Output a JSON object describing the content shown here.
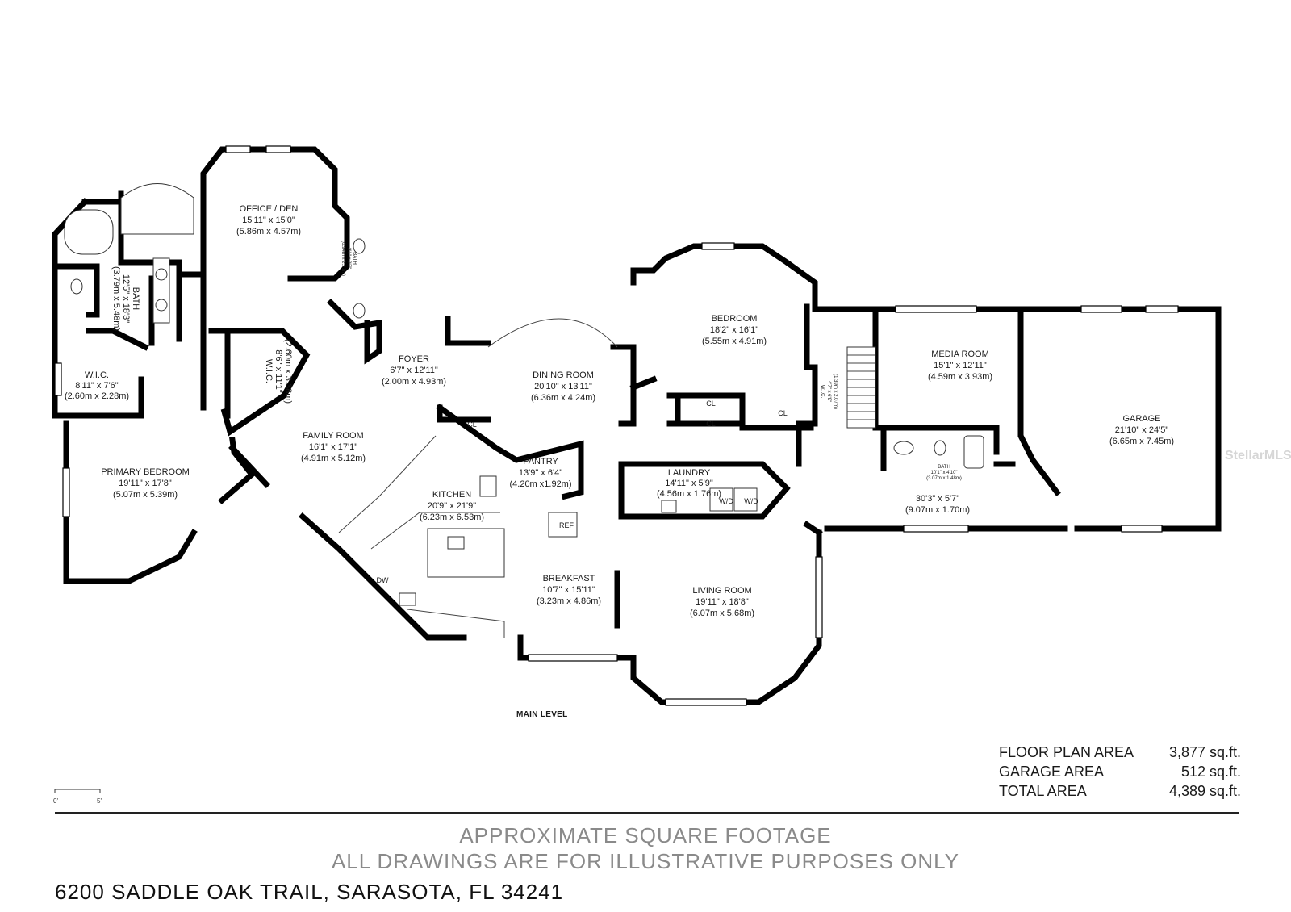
{
  "rooms": {
    "office": {
      "name": "OFFICE / DEN",
      "dim_ft": "15'11\" x 15'0\"",
      "dim_m": "(5.86m x 4.57m)"
    },
    "bath_primary": {
      "name": "BATH",
      "dim_ft": "12'5\" x 18'3\"",
      "dim_m": "(3.79m x 5.48m)"
    },
    "bath_office": {
      "name": "BATH",
      "dim_ft": "3'1\" x 9'7\"",
      "dim_m": "(0.94m x 2.91m)"
    },
    "wic_1": {
      "name": "W.I.C.",
      "dim_ft": "8'11\" x 7'6\"",
      "dim_m": "(2.60m x 2.28m)"
    },
    "wic_2": {
      "name": "W.I.C.",
      "dim_ft": "8'6\" x 11'1\"",
      "dim_m": "(2.60m x 3.38m)"
    },
    "foyer": {
      "name": "FOYER",
      "dim_ft": "6'7\" x 12'11\"",
      "dim_m": "(2.00m x 4.93m)"
    },
    "dining": {
      "name": "DINING ROOM",
      "dim_ft": "20'10\" x 13'11\"",
      "dim_m": "(6.36m x 4.24m)"
    },
    "bedroom": {
      "name": "BEDROOM",
      "dim_ft": "18'2\" x 16'1\"",
      "dim_m": "(5.55m x 4.91m)"
    },
    "wic_3": {
      "name": "W.I.C.",
      "dim_ft": "4'7\" x 6'9\"",
      "dim_m": "(1.39m x 2.07m)"
    },
    "media": {
      "name": "MEDIA ROOM",
      "dim_ft": "15'1\" x 12'11\"",
      "dim_m": "(4.59m x 3.93m)"
    },
    "garage": {
      "name": "GARAGE",
      "dim_ft": "21'10\" x 24'5\"",
      "dim_m": "(6.65m x 7.45m)"
    },
    "family": {
      "name": "FAMILY ROOM",
      "dim_ft": "16'1\" x 17'1\"",
      "dim_m": "(4.91m x 5.12m)"
    },
    "primary_bedroom": {
      "name": "PRIMARY BEDROOM",
      "dim_ft": "19'11\" x 17'8\"",
      "dim_m": "(5.07m x 5.39m)"
    },
    "pantry": {
      "name": "PANTRY",
      "dim_ft": "13'9\" x 6'4\"",
      "dim_m": "(4.20m x1.92m)"
    },
    "kitchen": {
      "name": "KITCHEN",
      "dim_ft": "20'9\" x 21'9\"",
      "dim_m": "(6.23m x 6.53m)"
    },
    "laundry": {
      "name": "LAUNDRY",
      "dim_ft": "14'11\" x 5'9\"",
      "dim_m": "(4.56m x 1.76m)"
    },
    "bath_media": {
      "name": "BATH",
      "dim_ft": "10'1\" x 4'10\"",
      "dim_m": "(3.07m x 1.48m)"
    },
    "hall": {
      "dim_ft": "30'3\" x 5'7\"",
      "dim_m": "(9.07m x 1.70m)"
    },
    "breakfast": {
      "name": "BREAKFAST",
      "dim_ft": "10'7\" x 15'11\"",
      "dim_m": "(3.23m x 4.86m)"
    },
    "living": {
      "name": "LIVING ROOM",
      "dim_ft": "19'11\" x 18'8\"",
      "dim_m": "(6.07m x 5.68m)"
    }
  },
  "fixture_labels": {
    "cl": "CL",
    "ref": "REF",
    "wd": "W/D",
    "dw": "DW"
  },
  "level_label": "MAIN LEVEL",
  "areas": [
    {
      "label": "FLOOR PLAN AREA",
      "value": "3,877 sq.ft."
    },
    {
      "label": "GARAGE AREA",
      "value": "512 sq.ft."
    },
    {
      "label": "TOTAL AREA",
      "value": "4,389 sq.ft."
    }
  ],
  "scale": {
    "start": "0'",
    "end": "5'"
  },
  "notes": {
    "line1": "APPROXIMATE SQUARE FOOTAGE",
    "line2": "ALL DRAWINGS ARE FOR ILLUSTRATIVE PURPOSES ONLY"
  },
  "address": "6200 SADDLE OAK TRAIL, SARASOTA, FL 34241",
  "watermark": "StellarMLS",
  "colors": {
    "walls": "#000000",
    "background": "#ffffff",
    "note_text": "#8a8a8a"
  }
}
